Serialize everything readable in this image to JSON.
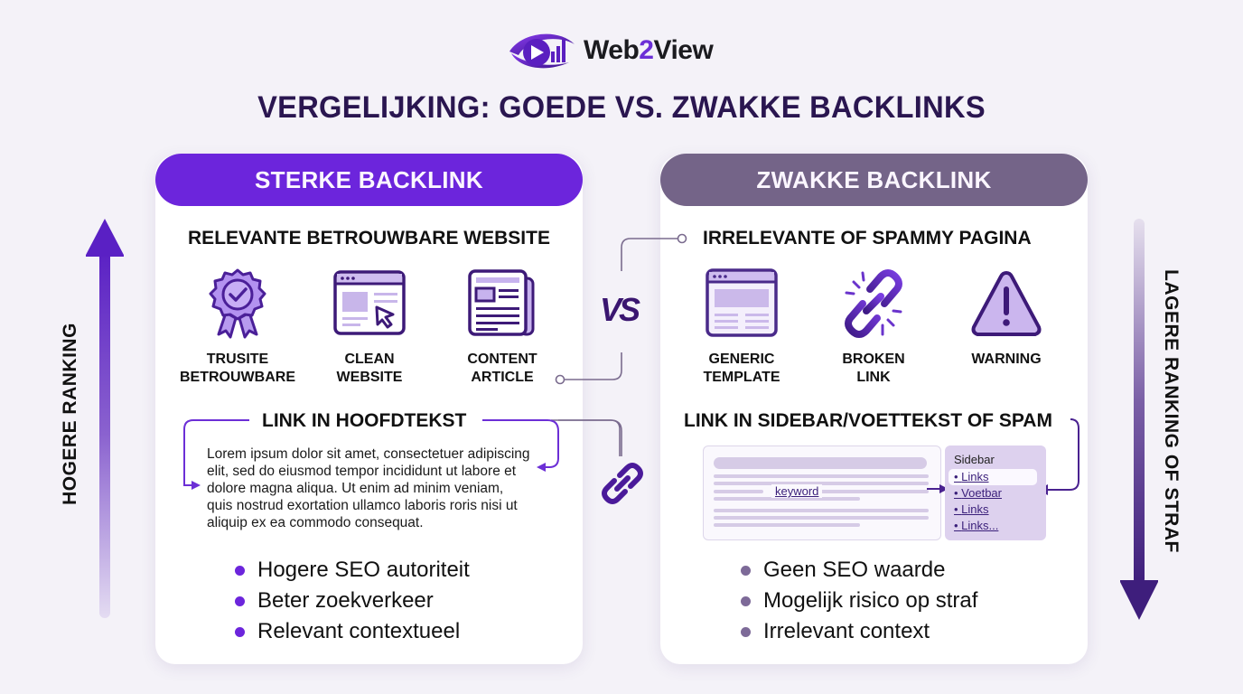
{
  "brand": {
    "name_prefix": "Web",
    "name_number": "2",
    "name_suffix": "View",
    "logo_icon": "eye-play-chart-icon",
    "accent": "#6b2fd6"
  },
  "title": "VERGELIJKING: GOEDE VS. ZWAKKE BACKLINKS",
  "left_axis": {
    "label": "HOGERE RANKING",
    "direction": "up",
    "icon": "arrow-up-icon"
  },
  "right_axis": {
    "label": "LAGERE RANKING OF STRAF",
    "direction": "down",
    "icon": "arrow-down-icon"
  },
  "vs_label": "VS",
  "strong": {
    "header": "STERKE BACKLINK",
    "header_color": "#6c25dc",
    "subtitle": "RELEVANTE BETROUWBARE WEBSITE",
    "icons": [
      {
        "icon": "award-badge-icon",
        "line1": "TRUSITE",
        "line2": "BETROUWBARE"
      },
      {
        "icon": "browser-cursor-icon",
        "line1": "CLEAN",
        "line2": "WEBSITE"
      },
      {
        "icon": "newspaper-icon",
        "line1": "CONTENT",
        "line2": "ARTICLE"
      }
    ],
    "link_title": "LINK IN HOOFDTEKST",
    "lorem_lines": [
      "Lorem ipsum dolor sit amet, consectetuer adipiscing",
      "elit, sed do eiusmod tempor incididunt ut labore et",
      "dolore magna aliqua. Ut enim ad minim veniam,",
      "quis nostrud exortation ullamco laboris roris nisi ut",
      "aliquip ex ea commodo consequat."
    ],
    "bullet_color": "#6c25dc",
    "bullets": [
      "Hogere SEO autoriteit",
      "Beter zoekverkeer",
      "Relevant contextueel"
    ]
  },
  "weak": {
    "header": "ZWAKKE BACKLINK",
    "header_color": "#746488",
    "subtitle": "IRRELEVANTE OF SPAMMY PAGINA",
    "icons": [
      {
        "icon": "generic-template-icon",
        "line1": "GENERIC",
        "line2": "TEMPLATE"
      },
      {
        "icon": "broken-link-icon",
        "line1": "BROKEN",
        "line2": "LINK"
      },
      {
        "icon": "warning-icon",
        "line1": "WARNING",
        "line2": ""
      }
    ],
    "link_title": "LINK IN SIDEBAR/VOETTEKST OF SPAM",
    "mock_keyword": "keyword",
    "sidebar": {
      "title": "Sidebar",
      "links": [
        "Links",
        "Voetbar",
        "Links",
        "Links..."
      ]
    },
    "bullet_color": "#7d6a98",
    "bullets": [
      "Geen SEO waarde",
      "Mogelijk risico op straf",
      "Irrelevant context"
    ]
  }
}
